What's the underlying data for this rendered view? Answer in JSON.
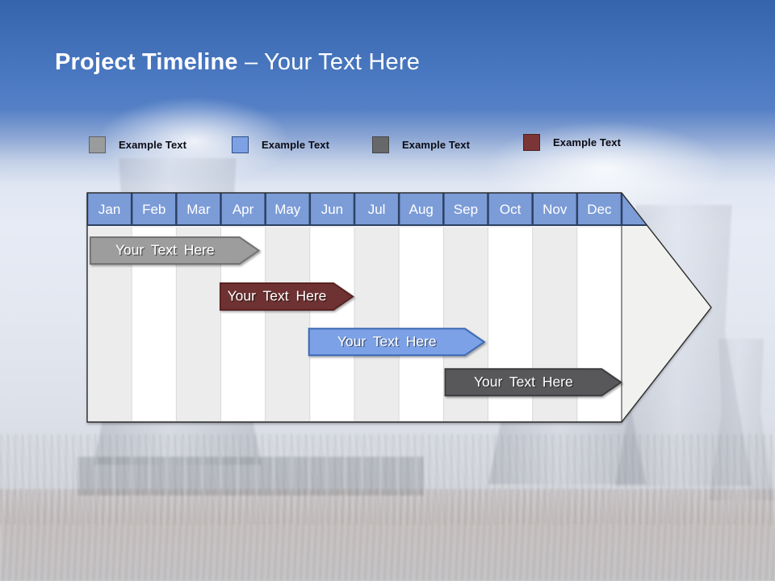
{
  "title": {
    "primary": "Project Timeline",
    "separator": "–",
    "secondary": "Your Text Here"
  },
  "legend": {
    "items": [
      {
        "label": "Example Text",
        "fill": "#9A9B9C",
        "border": "#606164"
      },
      {
        "label": "Example Text",
        "fill": "#7DA1E4",
        "border": "#2E4F86"
      },
      {
        "label": "Example Text",
        "fill": "#676869",
        "border": "#46474A"
      },
      {
        "label": "Example Text",
        "fill": "#7B3535",
        "border": "#4E2020"
      }
    ]
  },
  "timeline": {
    "months": [
      "Jan",
      "Feb",
      "Mar",
      "Apr",
      "May",
      "Jun",
      "Jul",
      "Aug",
      "Sep",
      "Oct",
      "Nov",
      "Dec"
    ],
    "header": {
      "fill": "#7C9CD8",
      "border": "#2C4164",
      "text_color": "#FFFFFF"
    },
    "body": {
      "stripe_odd": "#ECECED",
      "stripe_even": "#FFFFFF",
      "separator": "#D9D9DB",
      "arrow_fill": "#F1F1F0",
      "outline": "#2B2B2B"
    },
    "bars": [
      {
        "label": "Your Text Here",
        "row": 0,
        "start_month": 0.07,
        "end_month": 3.42,
        "fill": "#9D9D9E",
        "border": "#737375"
      },
      {
        "label": "Your Text Here",
        "row": 1,
        "start_month": 2.99,
        "end_month": 5.53,
        "fill": "#6E3231",
        "border": "#5A2424"
      },
      {
        "label": "Your Text Here",
        "row": 2,
        "start_month": 4.98,
        "end_month": 8.48,
        "fill": "#7BA1E6",
        "border": "#3D6BB5"
      },
      {
        "label": "Your Text Here",
        "row": 3,
        "start_month": 8.04,
        "end_month": 11.55,
        "fill": "#58585A",
        "border": "#3D3D3F"
      }
    ]
  }
}
